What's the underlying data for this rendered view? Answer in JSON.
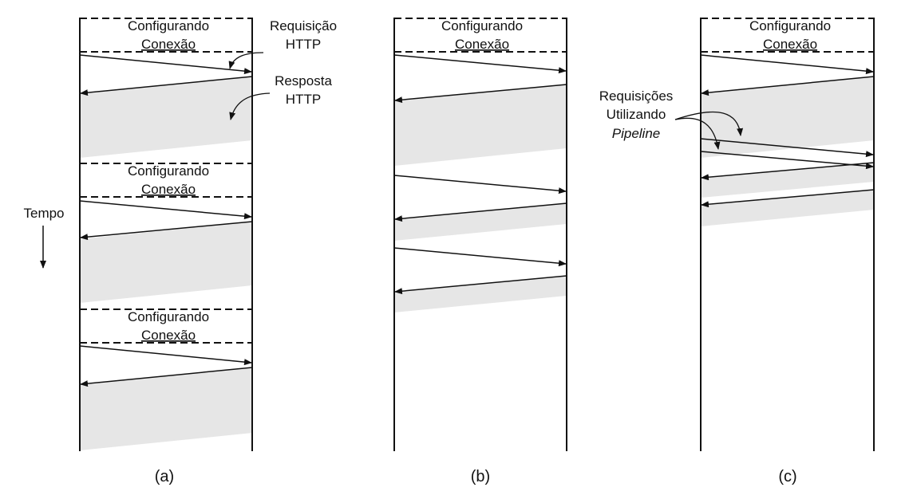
{
  "colors": {
    "line": "#111111",
    "shade": "#e6e6e6",
    "background": "#ffffff"
  },
  "setup": {
    "line1": "Configurando",
    "line2": "Conexão"
  },
  "annotations": {
    "request": {
      "line1": "Requisição",
      "line2": "HTTP"
    },
    "response": {
      "line1": "Resposta",
      "line2": "HTTP"
    },
    "pipeline": {
      "line1": "Requisições",
      "line2": "Utilizando",
      "line3": "Pipeline"
    },
    "time": {
      "label": "Tempo"
    }
  },
  "captions": {
    "a": "(a)",
    "b": "(b)",
    "c": "(c)"
  }
}
